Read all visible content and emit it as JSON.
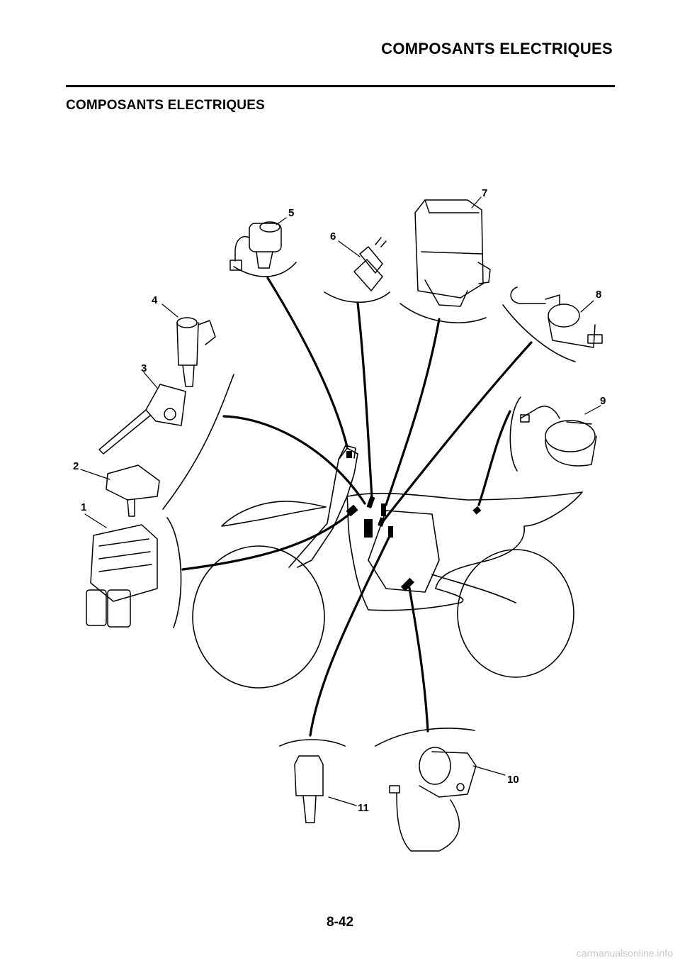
{
  "header": {
    "title": "COMPOSANTS ELECTRIQUES"
  },
  "section": {
    "title": "COMPOSANTS ELECTRIQUES"
  },
  "callouts": [
    "1",
    "2",
    "3",
    "4",
    "5",
    "6",
    "7",
    "8",
    "9",
    "10",
    "11"
  ],
  "footer": {
    "page_number": "8-42",
    "watermark": "carmanualsonline.info"
  }
}
